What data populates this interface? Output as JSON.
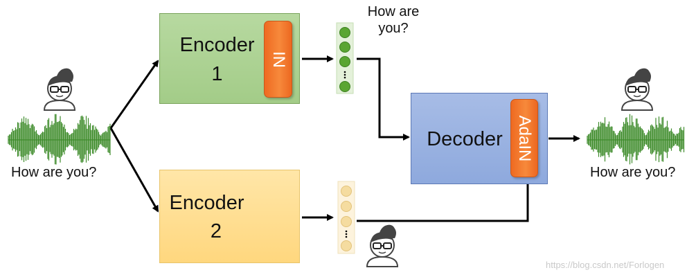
{
  "source_caption": "How are you?",
  "output_caption": "How are you?",
  "content_caption": "How are you?",
  "encoder1": {
    "title": "Encoder",
    "number": "1",
    "norm": "IN",
    "color": "#a9d08e"
  },
  "encoder2": {
    "title": "Encoder",
    "number": "2",
    "color": "#ffd966"
  },
  "decoder": {
    "title": "Decoder",
    "norm": "AdaIN",
    "color": "#8eaadb"
  },
  "colors": {
    "waveform": "#3d8b2a",
    "content_dots": "#5aa532",
    "speaker_dots": "#f2d79a",
    "norm_block": "#f07a2c",
    "arrow": "#000000"
  },
  "icons": [
    "speaker-face-icon",
    "waveform-icon",
    "arrow-icon"
  ],
  "watermark": "https://blog.csdn.net/Forlogen"
}
